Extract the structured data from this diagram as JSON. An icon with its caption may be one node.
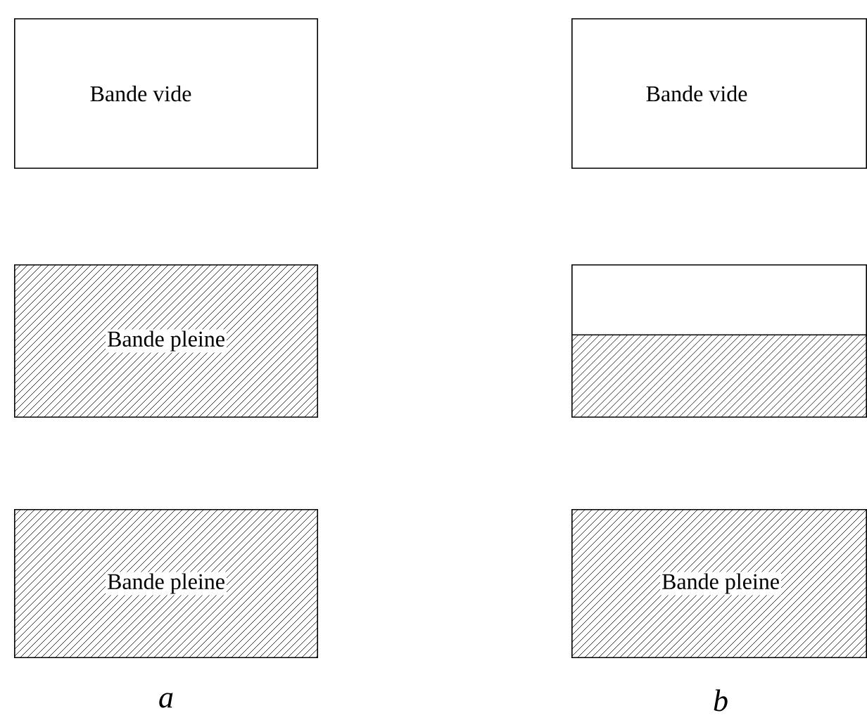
{
  "diagram": {
    "nodes": [
      {
        "text": [
          "Bande vide"
        ]
      },
      {
        "text": [
          "Bande vide"
        ]
      },
      {
        "text": [
          "Bande pleine"
        ]
      },
      {
        "text": [],
        "shape": "box"
      },
      {
        "text": [
          "Bande pleine"
        ]
      },
      {
        "text": [
          "Bande pleine"
        ]
      }
    ],
    "labels": [
      "a",
      "b"
    ]
  }
}
